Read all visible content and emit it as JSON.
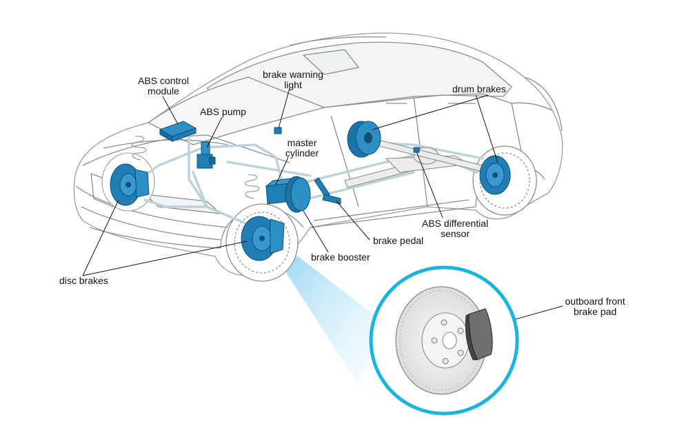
{
  "colors": {
    "part_blue": "#1f7fb4",
    "part_blue_dark": "#0f4f78",
    "line_light_blue": "#bcd3dd",
    "callout_ring": "#19b4df",
    "car_outline": "#8c8c8c",
    "leader_line": "#111111"
  },
  "labels": {
    "abs_control_module": [
      "ABS control",
      "module"
    ],
    "brake_warning_light": [
      "brake warning",
      "light"
    ],
    "abs_pump": "ABS pump",
    "master_cylinder": [
      "master",
      "cylinder"
    ],
    "drum_brakes": "drum brakes",
    "abs_differential_sensor": [
      "ABS differential",
      "sensor"
    ],
    "brake_pedal": "brake pedal",
    "brake_booster": "brake booster",
    "disc_brakes": "disc brakes",
    "outboard_front_brake_pad": [
      "outboard front",
      "brake pad"
    ]
  }
}
